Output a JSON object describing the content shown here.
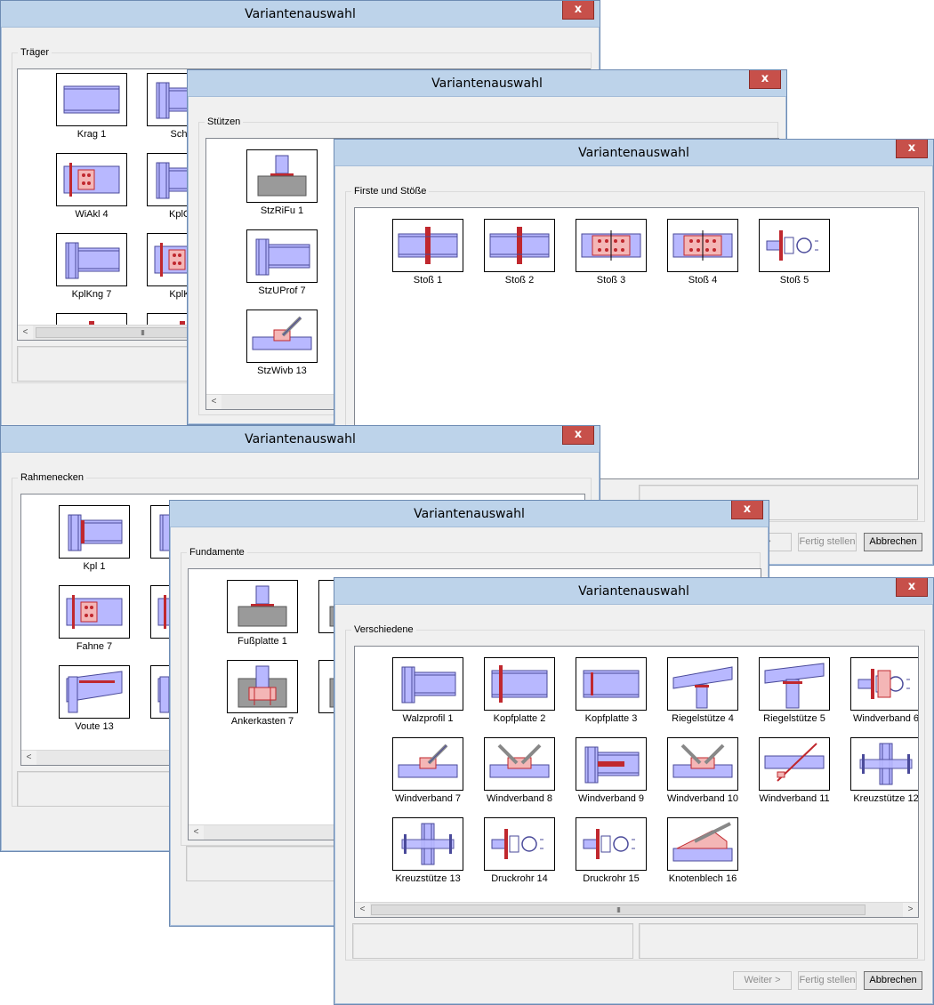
{
  "window_title": "Variantenauswahl",
  "close_glyph": "x",
  "scroll": {
    "left": "<",
    "right": ">",
    "grip": "III"
  },
  "buttons": {
    "next": "Weiter >",
    "next_partial": "er >",
    "finish": "Fertig stellen",
    "cancel": "Abbrechen"
  },
  "dialogs": {
    "traeger": {
      "group": "Träger",
      "items": [
        "Krag 1",
        "Schw",
        "WiAkl 4",
        "KplCp",
        "KplKng 7",
        "KplKn"
      ]
    },
    "stuetzen": {
      "group": "Stützen",
      "items": [
        "StzRiFu 1",
        "StzUProf 7",
        "StzWivb 13"
      ]
    },
    "firste": {
      "group": "Firste und Stöße",
      "items": [
        "Stoß 1",
        "Stoß 2",
        "Stoß 3",
        "Stoß 4",
        "Stoß 5"
      ]
    },
    "rahmenecken": {
      "group": "Rahmenecken",
      "items": [
        "Kpl 1",
        "K",
        "Fahne 7",
        "F",
        "Voute 13",
        "V"
      ]
    },
    "fundamente": {
      "group": "Fundamente",
      "items": [
        "Fußplatte 1",
        "Anke",
        "Ankerkasten 7",
        "A"
      ]
    },
    "verschiedene": {
      "group": "Verschiedene",
      "items": [
        "Walzprofil 1",
        "Kopfplatte 2",
        "Kopfplatte 3",
        "Riegelstütze 4",
        "Riegelstütze 5",
        "Windverband 6",
        "Windverband 7",
        "Windverband 8",
        "Windverband 9",
        "Windverband 10",
        "Windverband 11",
        "Kreuzstütze 12",
        "Kreuzstütze 13",
        "Druckrohr 14",
        "Druckrohr 15",
        "Knotenblech 16"
      ]
    }
  },
  "colors": {
    "steel": "#b8b8ff",
    "steel_edge": "#4a4a9a",
    "plate": "#c0282e",
    "pink": "#f4b6b6",
    "concrete": "#9a9a9a"
  }
}
